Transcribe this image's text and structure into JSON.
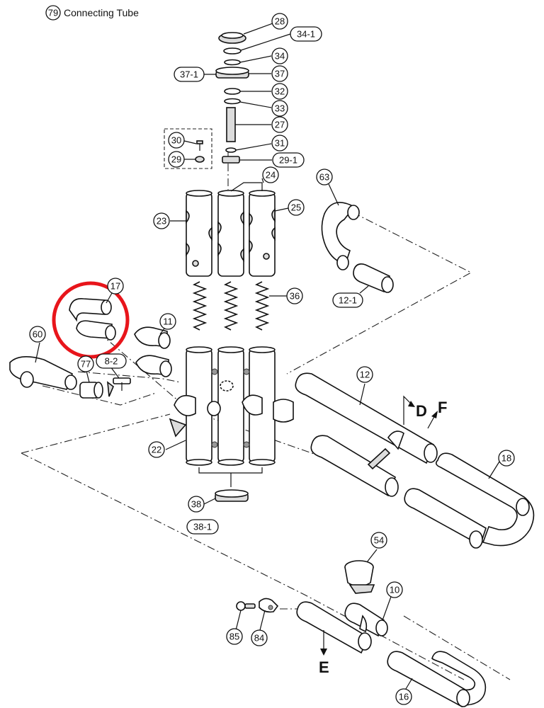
{
  "header": {
    "number": "79",
    "title": "Connecting Tube"
  },
  "highlight": {
    "color": "#e8151b",
    "part": "17"
  },
  "callouts": {
    "p28": "28",
    "p34_1": "34-1",
    "p34": "34",
    "p37_1": "37-1",
    "p37": "37",
    "p32": "32",
    "p33": "33",
    "p27": "27",
    "p30": "30",
    "p31": "31",
    "p29": "29",
    "p29_1": "29-1",
    "p24": "24",
    "p23": "23",
    "p25": "25",
    "p63": "63",
    "p12_1": "12-1",
    "p36": "36",
    "p17": "17",
    "p11": "11",
    "p60": "60",
    "p77": "77",
    "p8_2": "8-2",
    "p12": "12",
    "p22": "22",
    "p18": "18",
    "p38": "38",
    "p38_1": "38-1",
    "p54": "54",
    "p10": "10",
    "p85": "85",
    "p84": "84",
    "p16": "16"
  },
  "direction_labels": {
    "d": "D",
    "f": "F",
    "e": "E"
  }
}
